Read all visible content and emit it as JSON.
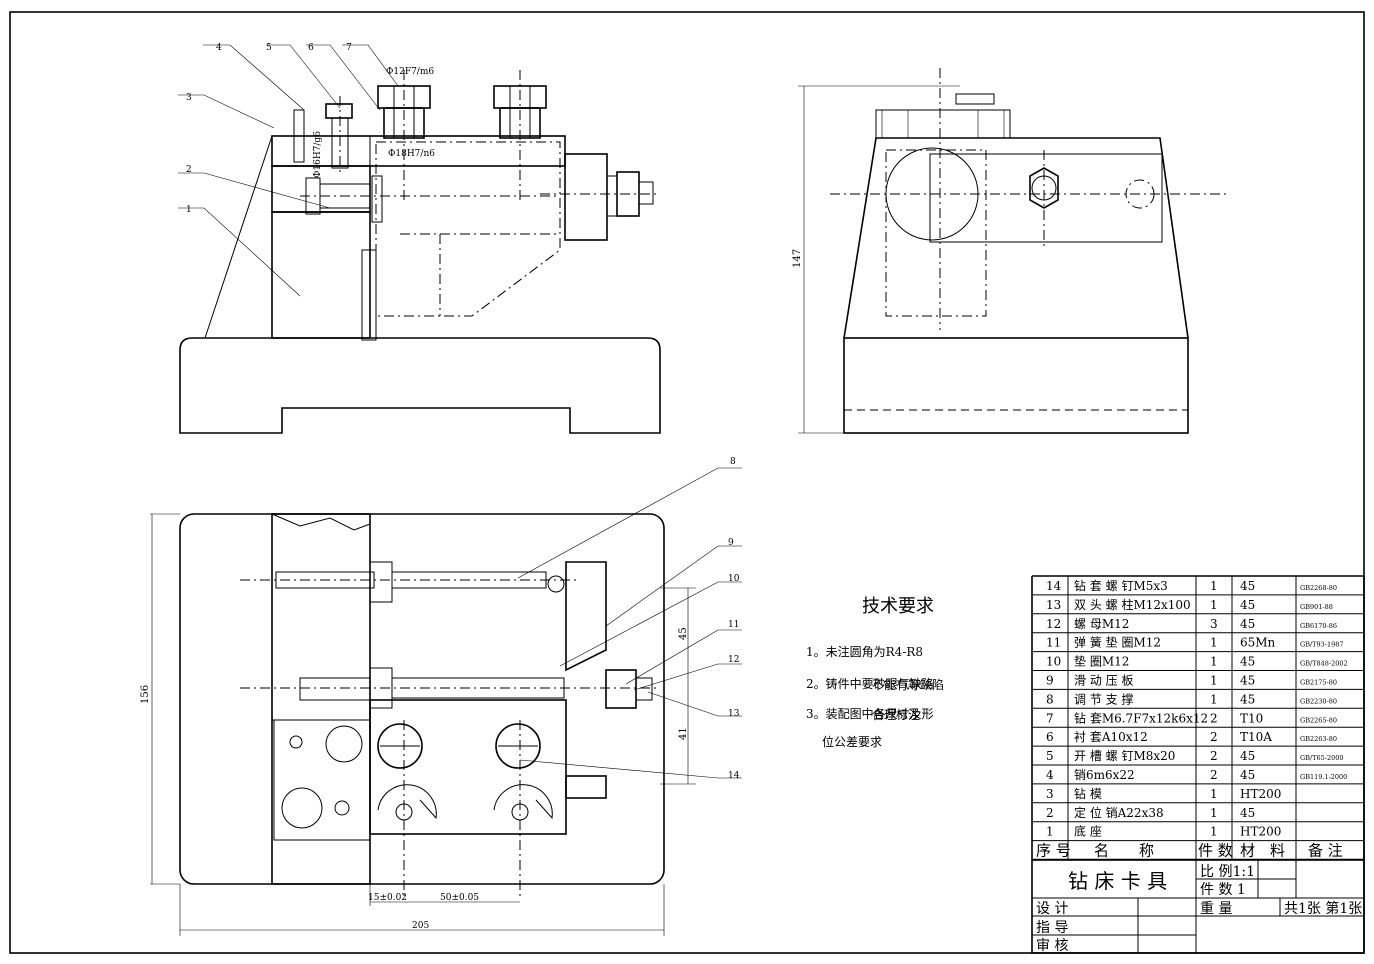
{
  "tech": {
    "title": "技术要求",
    "items": [
      "1。未注圆角为R4-R8",
      "2。铸件中要砂眼气缺陷",
      "3。装配图中各尺寸及形",
      "位公差要求"
    ]
  },
  "overlay_texts": {
    "t2": "不能有等缺陷",
    "t3": "合理标注"
  },
  "balloons": [
    "1",
    "2",
    "3",
    "4",
    "5",
    "6",
    "7",
    "8",
    "9",
    "10",
    "11",
    "12",
    "13",
    "14"
  ],
  "dims": {
    "d12": "Φ12F7/m6",
    "d18": "Φ18H7/n6",
    "d16": "Φ16H7/g6",
    "h147": "147",
    "w205": "205",
    "h156": "156",
    "h45": "45",
    "h41": "41",
    "x15": "15±0.02",
    "x50": "50±0.05"
  },
  "bom": [
    {
      "no": "14",
      "name": "钻 套 螺 钉M5x3",
      "qty": "1",
      "mat": "45",
      "std": "GB2268-80"
    },
    {
      "no": "13",
      "name": "双 头 螺 柱M12x100",
      "qty": "1",
      "mat": "45",
      "std": "GB901-88"
    },
    {
      "no": "12",
      "name": "螺 母M12",
      "qty": "3",
      "mat": "45",
      "std": "GB6170-86"
    },
    {
      "no": "11",
      "name": "弹 簧 垫 圈M12",
      "qty": "1",
      "mat": "65Mn",
      "std": "GB/T93-1987"
    },
    {
      "no": "10",
      "name": "垫 圈M12",
      "qty": "1",
      "mat": "45",
      "std": "GB/T848-2002"
    },
    {
      "no": "9",
      "name": "滑 动 压 板",
      "qty": "1",
      "mat": "45",
      "std": "GB2175-80"
    },
    {
      "no": "8",
      "name": "调 节 支 撑",
      "qty": "1",
      "mat": "45",
      "std": "GB2230-80"
    },
    {
      "no": "7",
      "name": "钻 套M6.7F7x12k6x12",
      "qty": "2",
      "mat": "T10",
      "std": "GB2265-80"
    },
    {
      "no": "6",
      "name": "衬 套A10x12",
      "qty": "2",
      "mat": "T10A",
      "std": "GB2263-80"
    },
    {
      "no": "5",
      "name": "开 槽 螺 钉M8x20",
      "qty": "2",
      "mat": "45",
      "std": "GB/T65-2000"
    },
    {
      "no": "4",
      "name": "销6m6x22",
      "qty": "2",
      "mat": "45",
      "std": "GB119.1-2000"
    },
    {
      "no": "3",
      "name": "钻 模",
      "qty": "1",
      "mat": "HT200",
      "std": ""
    },
    {
      "no": "2",
      "name": "定 位 销A22x38",
      "qty": "1",
      "mat": "45",
      "std": ""
    },
    {
      "no": "1",
      "name": "底 座",
      "qty": "1",
      "mat": "HT200",
      "std": ""
    }
  ],
  "bom_header": {
    "no": "序 号",
    "name": "名　　称",
    "qty": "件 数",
    "mat": "材　料",
    "note": "备 注"
  },
  "title_block": {
    "name": "钻 床 卡 具",
    "scale": "比 例1:1",
    "count": "件 数 1",
    "weight": "重 量",
    "sheets": "共1张 第1张",
    "design": "设 计",
    "guide": "指 导",
    "review": "审 核"
  }
}
